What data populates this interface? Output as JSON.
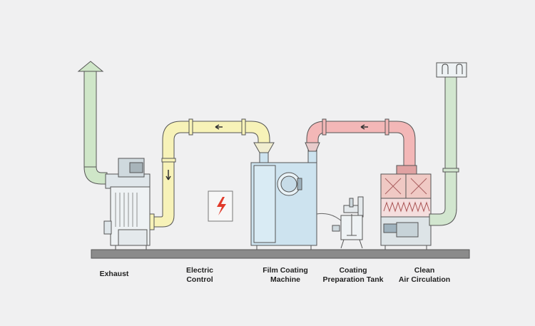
{
  "labels": {
    "exhaust": [
      "Exhaust"
    ],
    "electric_control": [
      "Electric",
      "Control"
    ],
    "film_coating_machine": [
      "Film Coating",
      "Machine"
    ],
    "coating_preparation_tank": [
      "Coating",
      "Preparation Tank"
    ],
    "clean_air_circulation": [
      "Clean",
      "Air Circulation"
    ]
  },
  "colors": {
    "background": "#f0f0f1",
    "exhaust_duct": "#cfe6c8",
    "return_duct": "#f7f2b8",
    "supply_duct": "#f3b7b7",
    "clean_air_duct": "#d2e6cf",
    "machine": "#cde3ef",
    "platform": "#8b8b8b",
    "outline": "#555555",
    "warning": "#e03a2a"
  }
}
